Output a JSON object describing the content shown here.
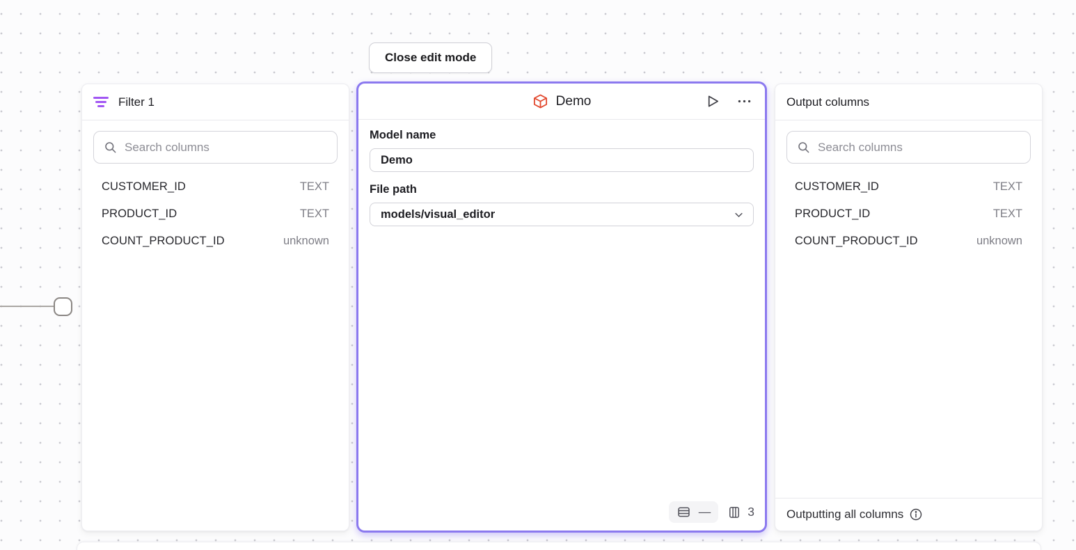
{
  "toolbar": {
    "close_button_label": "Close edit mode"
  },
  "filter_panel": {
    "title": "Filter 1",
    "search_placeholder": "Search columns",
    "columns": [
      {
        "name": "CUSTOMER_ID",
        "type": "TEXT"
      },
      {
        "name": "PRODUCT_ID",
        "type": "TEXT"
      },
      {
        "name": "COUNT_PRODUCT_ID",
        "type": "unknown"
      }
    ]
  },
  "model_panel": {
    "title": "Demo",
    "model_name_label": "Model name",
    "model_name_value": "Demo",
    "file_path_label": "File path",
    "file_path_value": "models/visual_editor",
    "rows_count": "—",
    "columns_count": "3"
  },
  "output_panel": {
    "title": "Output columns",
    "search_placeholder": "Search columns",
    "columns": [
      {
        "name": "CUSTOMER_ID",
        "type": "TEXT"
      },
      {
        "name": "PRODUCT_ID",
        "type": "TEXT"
      },
      {
        "name": "COUNT_PRODUCT_ID",
        "type": "unknown"
      }
    ],
    "footer_label": "Outputting all columns"
  },
  "colors": {
    "selected_node_border": "#8b79ef",
    "model_cube_icon": "#e2492f",
    "filter_icon": "#a156f3",
    "canvas_dot": "#c9c9cf",
    "text_primary": "#1c1c21",
    "text_secondary": "#7d7d85"
  }
}
